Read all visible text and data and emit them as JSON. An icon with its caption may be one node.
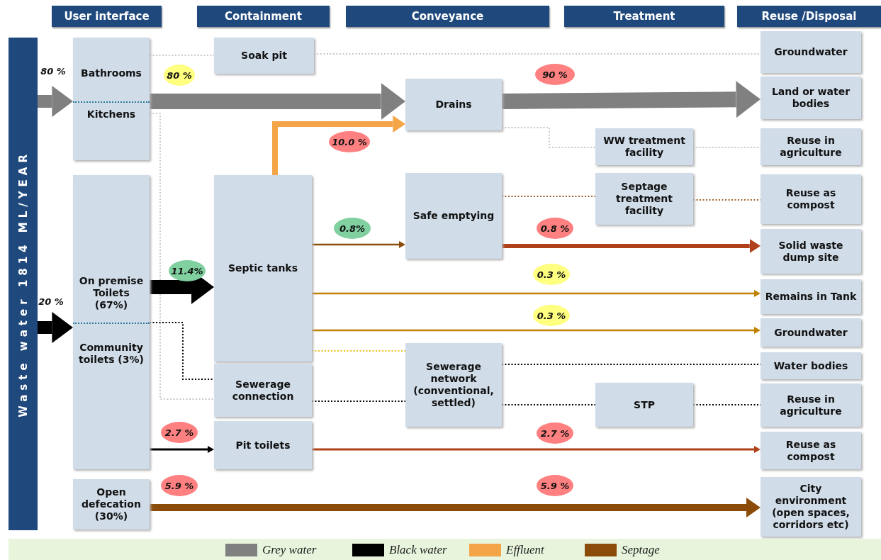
{
  "diagram": {
    "nodes": [
      {
        "text": [
          "User interface"
        ]
      },
      {
        "text": [
          "Containment"
        ]
      },
      {
        "text": [
          "Conveyance"
        ]
      },
      {
        "text": [
          "Treatment"
        ]
      },
      {
        "text": [
          "Reuse /Disposal"
        ]
      },
      {
        "text": [
          "Waste water 1814 ML/YEAR"
        ]
      },
      {
        "text": [
          "Bathrooms",
          "Kitchens"
        ]
      },
      {
        "text": [
          "Soak pit"
        ]
      },
      {
        "text": [
          "Drains"
        ]
      },
      {
        "text": [
          "Groundwater"
        ]
      },
      {
        "text": [
          "Land or water bodies"
        ]
      },
      {
        "text": [
          "WW treatment facility"
        ]
      },
      {
        "text": [
          "Reuse in agriculture"
        ]
      },
      {
        "text": [
          "On premise Toilets (67%)",
          "Community toilets (3%)"
        ]
      },
      {
        "text": [
          "Septic tanks"
        ]
      },
      {
        "text": [
          "Safe emptying"
        ]
      },
      {
        "text": [
          "Septage treatment facility"
        ]
      },
      {
        "text": [
          "Reuse as compost"
        ]
      },
      {
        "text": [
          "Solid waste dump site"
        ]
      },
      {
        "text": [
          "Remains in Tank"
        ]
      },
      {
        "text": [
          "Groundwater"
        ]
      },
      {
        "text": [
          "Sewerage connection"
        ]
      },
      {
        "text": [
          "Sewerage network (conventional, settled)"
        ]
      },
      {
        "text": [
          "Water bodies"
        ]
      },
      {
        "text": [
          "STP"
        ]
      },
      {
        "text": [
          "Reuse in agriculture"
        ]
      },
      {
        "text": [
          "Pit toilets"
        ]
      },
      {
        "text": [
          "Reuse as compost"
        ]
      },
      {
        "text": [
          "Open defecation (30%)"
        ]
      },
      {
        "text": [
          "City environment (open spaces, corridors etc)"
        ]
      }
    ],
    "edges": [
      {
        "from": 5,
        "to": 6,
        "arrow": "to",
        "label": "80 %",
        "style": "thick",
        "color": "#808080"
      },
      {
        "from": 5,
        "to": 13,
        "arrow": "to",
        "label": "20 %",
        "style": "thick"
      },
      {
        "from": 6,
        "to": 7,
        "arrow": "to",
        "style": "dashed",
        "color": "#c8c8c8"
      },
      {
        "from": 7,
        "to": 9,
        "arrow": "to",
        "style": "dashed",
        "color": "#c8c8c8"
      },
      {
        "from": 6,
        "to": 8,
        "arrow": "to",
        "label": "80 %",
        "style": "thick",
        "color": "#808080"
      },
      {
        "from": 8,
        "to": 10,
        "arrow": "to",
        "label": "90 %",
        "style": "thick",
        "color": "#808080"
      },
      {
        "from": 8,
        "to": 11,
        "arrow": "to",
        "style": "dashed",
        "color": "#c8c8c8"
      },
      {
        "from": 11,
        "to": 12,
        "arrow": "to",
        "style": "dashed",
        "color": "#c8c8c8"
      },
      {
        "from": 14,
        "to": 8,
        "arrow": "to",
        "label": "10.0 %",
        "style": "thick",
        "color": "#f4a548"
      },
      {
        "from": 6,
        "to": 21,
        "arrow": "to",
        "style": "dashed",
        "color": "#c8c8c8"
      },
      {
        "from": 13,
        "to": 14,
        "arrow": "to",
        "label": "11.4%",
        "style": "thick"
      },
      {
        "from": 13,
        "to": 21,
        "arrow": "to",
        "style": "dashed"
      },
      {
        "from": 14,
        "to": 15,
        "arrow": "to",
        "label": "0.8%",
        "color": "#8b4c0a"
      },
      {
        "from": 15,
        "to": 16,
        "arrow": "to",
        "style": "dashed",
        "color": "#a0642a"
      },
      {
        "from": 16,
        "to": 17,
        "arrow": "to",
        "style": "dashed",
        "color": "#a0642a"
      },
      {
        "from": 15,
        "to": 18,
        "arrow": "to",
        "label": "0.8 %",
        "style": "thick",
        "color": "#b0401a"
      },
      {
        "from": 14,
        "to": 19,
        "arrow": "to",
        "label": "0.3 %",
        "color": "#c08000"
      },
      {
        "from": 14,
        "to": 20,
        "arrow": "to",
        "label": "0.3 %",
        "color": "#c08000"
      },
      {
        "from": 14,
        "to": 22,
        "arrow": "to",
        "style": "dashed",
        "color": "#f0c020"
      },
      {
        "from": 21,
        "to": 22,
        "arrow": "to",
        "style": "dashed"
      },
      {
        "from": 22,
        "to": 23,
        "arrow": "to",
        "style": "dashed"
      },
      {
        "from": 22,
        "to": 24,
        "arrow": "to",
        "style": "dashed"
      },
      {
        "from": 24,
        "to": 25,
        "arrow": "to",
        "style": "dashed"
      },
      {
        "from": 13,
        "to": 26,
        "arrow": "to",
        "label": "2.7 %"
      },
      {
        "from": 26,
        "to": 27,
        "arrow": "to",
        "label": "2.7 %",
        "color": "#b0401a"
      },
      {
        "from": 28,
        "to": 29,
        "arrow": "to",
        "label": "5.9 %",
        "style": "thick",
        "color": "#8b4c0a"
      }
    ],
    "labels": [
      "5.9 %"
    ],
    "legend": [
      {
        "text": "Grey water",
        "color": "#808080"
      },
      {
        "text": "Black water",
        "color": "#000000"
      },
      {
        "text": "Effluent",
        "color": "#f4a548"
      },
      {
        "text": "Septage",
        "color": "#8b4c0a"
      }
    ]
  }
}
